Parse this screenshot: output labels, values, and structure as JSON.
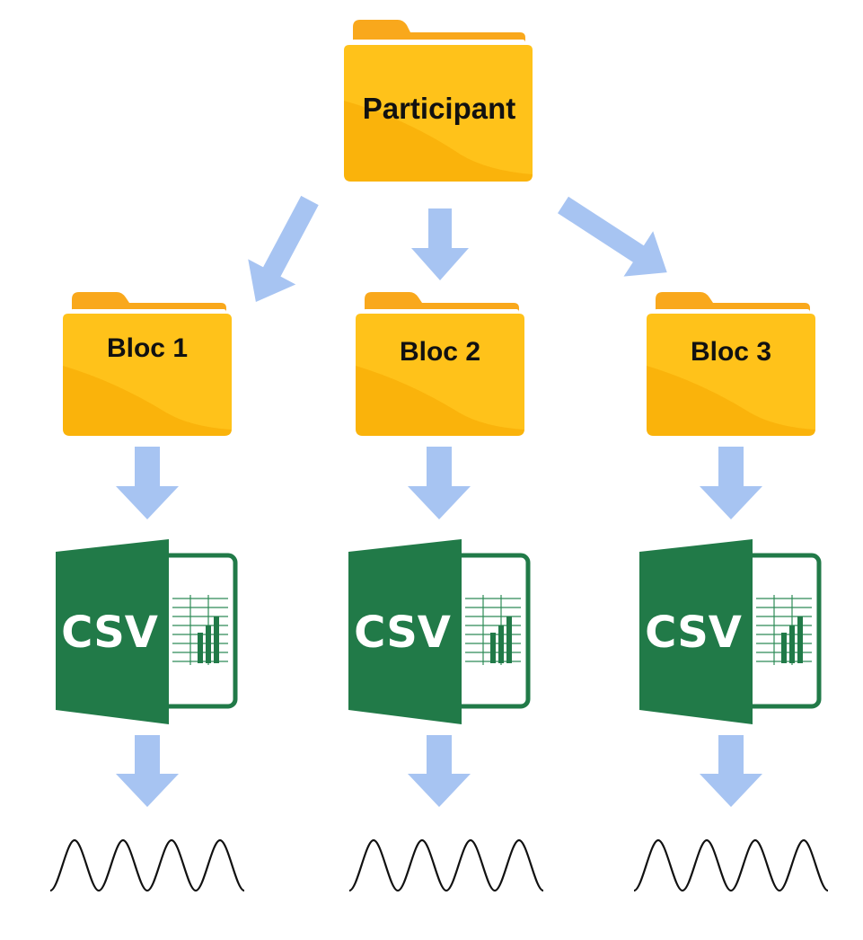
{
  "root": {
    "label": "Participant",
    "icon": "folder-icon"
  },
  "blocs": [
    {
      "label": "Bloc 1",
      "icon": "folder-icon",
      "file": {
        "label": "CSV",
        "icon": "csv-file-icon"
      },
      "signal": {
        "icon": "sine-wave-icon"
      }
    },
    {
      "label": "Bloc 2",
      "icon": "folder-icon",
      "file": {
        "label": "CSV",
        "icon": "csv-file-icon"
      },
      "signal": {
        "icon": "sine-wave-icon"
      }
    },
    {
      "label": "Bloc 3",
      "icon": "folder-icon",
      "file": {
        "label": "CSV",
        "icon": "csv-file-icon"
      },
      "signal": {
        "icon": "sine-wave-icon"
      }
    }
  ],
  "colors": {
    "folder": "#FFC21A",
    "folder_back": "#F9A81C",
    "folder_shade": "#F5A800",
    "arrow": "#A7C4F2",
    "csv_green": "#217A48",
    "wave": "#111111"
  }
}
